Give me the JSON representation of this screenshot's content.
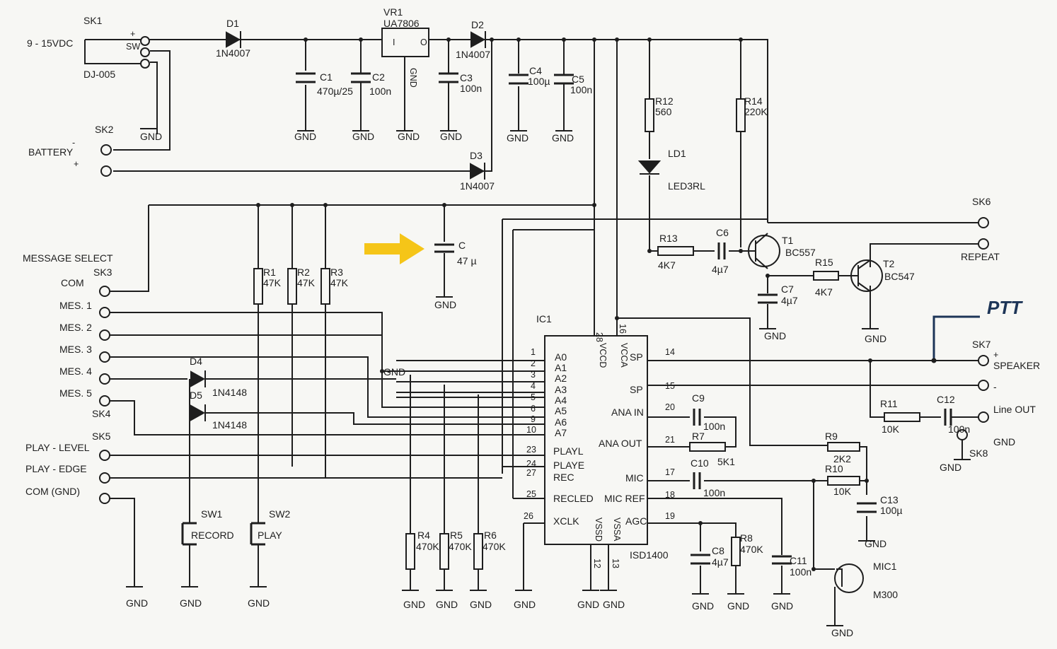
{
  "connectors": {
    "sk1": "SK1",
    "sk1_volt": "9 - 15VDC",
    "sk1_part": "DJ-005",
    "sk1_plus": "+",
    "sk1_sw": "SW",
    "sk2": "SK2",
    "battery": "BATTERY",
    "bat_minus": "-",
    "bat_plus": "+",
    "msg_select": "MESSAGE SELECT",
    "sk3": "SK3",
    "com": "COM",
    "mes1": "MES. 1",
    "mes2": "MES. 2",
    "mes3": "MES. 3",
    "mes4": "MES. 4",
    "mes5": "MES. 5",
    "sk4": "SK4",
    "sk5": "SK5",
    "play_level": "PLAY - LEVEL",
    "play_edge": "PLAY - EDGE",
    "com_gnd": "COM (GND)",
    "sk6": "SK6",
    "repeat": "REPEAT",
    "sk7": "SK7",
    "speaker": "SPEAKER",
    "spk_plus": "+",
    "spk_minus": "-",
    "line_out": "Line OUT",
    "gnd_label": "GND",
    "sk8": "SK8"
  },
  "components": {
    "d1": "D1",
    "d1_val": "1N4007",
    "d2": "D2",
    "d2_val": "1N4007",
    "d3": "D3",
    "d3_val": "1N4007",
    "vr1": "VR1",
    "vr1_val": "UA7806",
    "vr1_i": "I",
    "vr1_o": "O",
    "vr1_gnd": "GND",
    "c1": "C1",
    "c1_val": "470µ/25",
    "c2": "C2",
    "c2_val": "100n",
    "c3": "C3",
    "c3_val": "100n",
    "c4": "C4",
    "c4_val": "100µ",
    "c5": "C5",
    "c5_val": "100n",
    "r12": "R12",
    "r12_val": "560",
    "r14": "R14",
    "r14_val": "220K",
    "ld1": "LD1",
    "ld1_val": "LED3RL",
    "c_new": "C",
    "c_new_val": "47 µ",
    "r1": "R1",
    "r1_val": "47K",
    "r2": "R2",
    "r2_val": "47K",
    "r3": "R3",
    "r3_val": "47K",
    "r13": "R13",
    "r13_val": "4K7",
    "c6": "C6",
    "c6_val": "4µ7",
    "t1": "T1",
    "t1_val": "BC557",
    "t2": "T2",
    "t2_val": "BC547",
    "r15": "R15",
    "r15_val": "4K7",
    "c7": "C7",
    "c7_val": "4µ7",
    "d4": "D4",
    "d5": "D5",
    "d45_val": "1N4148",
    "ic1": "IC1",
    "ic1_val": "ISD1400",
    "c9": "C9",
    "c9_val": "100n",
    "r7": "R7",
    "r7_val": "5K1",
    "c10": "C10",
    "c10_val": "100n",
    "r9": "R9",
    "r9_val": "2K2",
    "r10": "R10",
    "r10_val": "10K",
    "r11": "R11",
    "r11_val": "10K",
    "c12": "C12",
    "c12_val": "100n",
    "c13": "C13",
    "c13_val": "100µ",
    "r4": "R4",
    "r4_val": "470K",
    "r5": "R5",
    "r5_val": "470K",
    "r6": "R6",
    "r6_val": "470K",
    "c8": "C8",
    "c8_val": "4µ7",
    "r8": "R8",
    "r8_val": "470K",
    "c11": "C11",
    "c11_val": "100n",
    "mic1": "MIC1",
    "mic1_val": "M300",
    "sw1": "SW1",
    "sw1_val": "RECORD",
    "sw2": "SW2",
    "sw2_val": "PLAY"
  },
  "ic_pins": {
    "n1": "1",
    "n2": "2",
    "n3": "3",
    "n4": "4",
    "n5": "5",
    "n6": "6",
    "n9": "9",
    "n10": "10",
    "n23": "23",
    "n24": "24",
    "n27": "27",
    "n25": "25",
    "n26": "26",
    "n28": "28",
    "n16": "16",
    "n14": "14",
    "n15": "15",
    "n20": "20",
    "n21": "21",
    "n17": "17",
    "n18": "18",
    "n19": "19",
    "n12": "12",
    "n13": "13",
    "a0": "A0",
    "a1": "A1",
    "a2": "A2",
    "a3": "A3",
    "a4": "A4",
    "a5": "A5",
    "a6": "A6",
    "a7": "A7",
    "playl": "PLAYL",
    "playe": "PLAYE",
    "rec": "REC",
    "recled": "RECLED",
    "xclk": "XCLK",
    "vccd": "VCCD",
    "vcca": "VCCA",
    "sp1": "SP",
    "sp2": "SP",
    "anain": "ANA IN",
    "anaout": "ANA OUT",
    "mic": "MIC",
    "micref": "MIC REF",
    "agc": "AGC",
    "vssd": "VSSD",
    "vssa": "VSSA",
    "gnd_mid": "GND"
  },
  "gnd": "GND",
  "annotation": {
    "ptt": "PTT",
    "arrow_color": "#f5c518",
    "ptt_color": "#1d3557"
  }
}
